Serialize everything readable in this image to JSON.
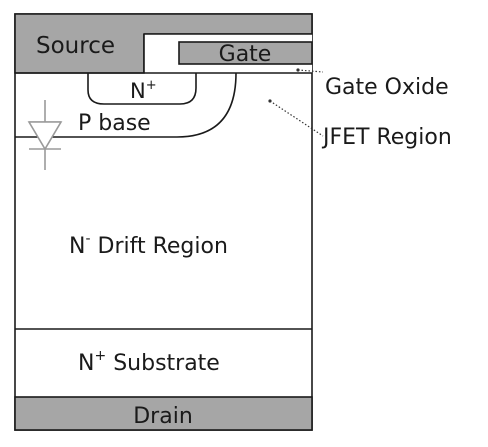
{
  "labels": {
    "source": "Source",
    "gate": "Gate",
    "n_plus": "N",
    "n_plus_sup": "+",
    "p_base": "P base",
    "n_drift": "N",
    "n_drift_sup": "-",
    "n_drift_rest": " Drift Region",
    "n_substrate": "N",
    "n_substrate_sup": "+",
    "n_substrate_rest": " Substrate",
    "drain": "Drain",
    "gate_oxide": "Gate Oxide",
    "jfet_region": "JFET Region"
  },
  "colors": {
    "metal_fill": "#a6a6a6",
    "outline": "#1a1a1a",
    "body_fill": "#ffffff",
    "leader_line": "#333333"
  },
  "icons": {
    "body_diode": "diode-symbol"
  }
}
